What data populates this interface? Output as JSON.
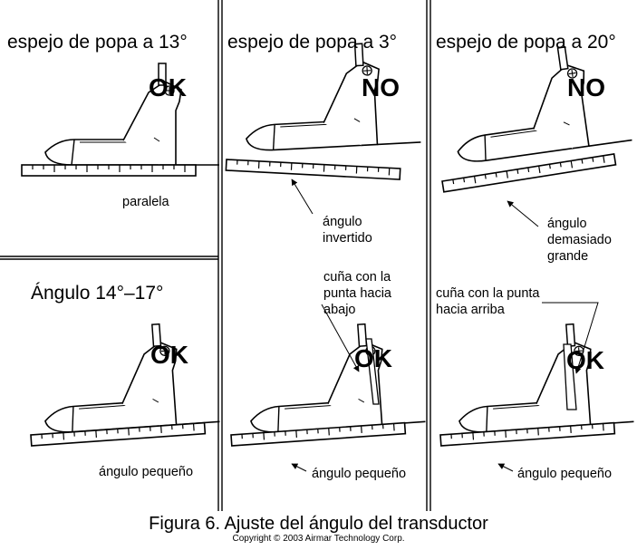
{
  "panels": {
    "p1": {
      "title": "espejo de popa a 13°",
      "verdict": "OK",
      "note": "paralela"
    },
    "p2": {
      "title": "espejo de popa a 3°",
      "verdict": "NO",
      "note_l1": "ángulo",
      "note_l2": "invertido"
    },
    "p3": {
      "title": "espejo de popa a 20°",
      "verdict": "NO",
      "note_l1": "ángulo",
      "note_l2": "demasiado",
      "note_l3": "grande"
    },
    "p4": {
      "title": "Ángulo 14°–17°",
      "verdict": "OK",
      "note": "ángulo pequeño"
    },
    "p5": {
      "verdict": "OK",
      "wedge_l1": "cuña con la",
      "wedge_l2": "punta hacia",
      "wedge_l3": "abajo",
      "note": "ángulo pequeño"
    },
    "p6": {
      "verdict": "OK",
      "wedge_l1": "cuña con la punta",
      "wedge_l2": "hacia arriba",
      "note": "ángulo pequeño"
    }
  },
  "caption": "Figura 6. Ajuste del ángulo del transductor",
  "copyright": "Copyright © 2003 Airmar Technology Corp."
}
